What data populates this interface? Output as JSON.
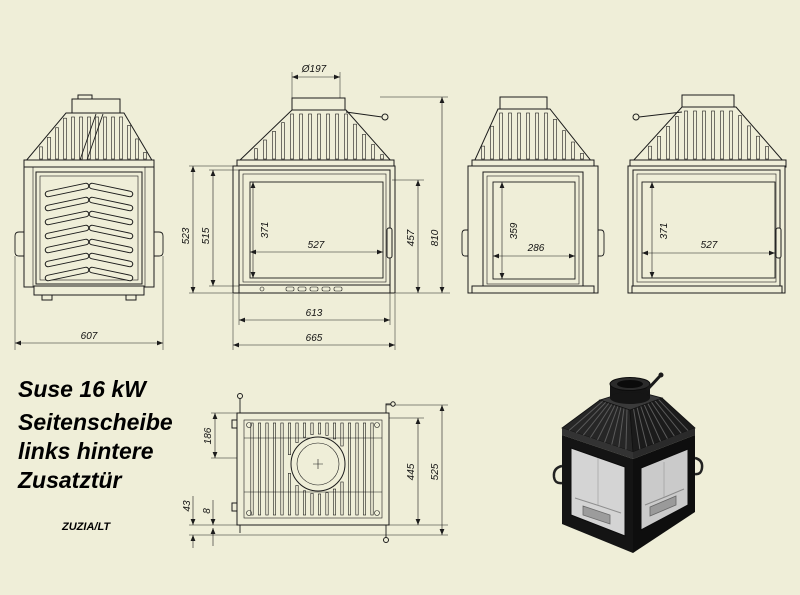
{
  "colors": {
    "background": "#efeed8",
    "line": "#1c1c1c",
    "steel": "#141414",
    "glass": "#cfcfcf"
  },
  "heading": {
    "line1": "Suse 16 kW",
    "line2": "Seitenscheibe",
    "line3": "links hintere",
    "line4": "Zusatztür"
  },
  "model_code": "ZUZIA/LT",
  "dimensions": {
    "side_view": {
      "width": "607"
    },
    "front_view": {
      "flue_diameter": "Ø197",
      "height_a": "523",
      "height_b": "515",
      "glass_height": "371",
      "glass_width": "527",
      "height_c": "457",
      "total_height": "810",
      "width_a": "613",
      "total_width": "665"
    },
    "rear_view": {
      "glass_height": "359",
      "glass_width": "286"
    },
    "right_view": {
      "glass_height": "371",
      "glass_width": "527"
    },
    "top_view": {
      "flue_offset": "186",
      "depth_a": "445",
      "depth_total": "525",
      "foot_a": "43",
      "foot_b": "8"
    }
  }
}
